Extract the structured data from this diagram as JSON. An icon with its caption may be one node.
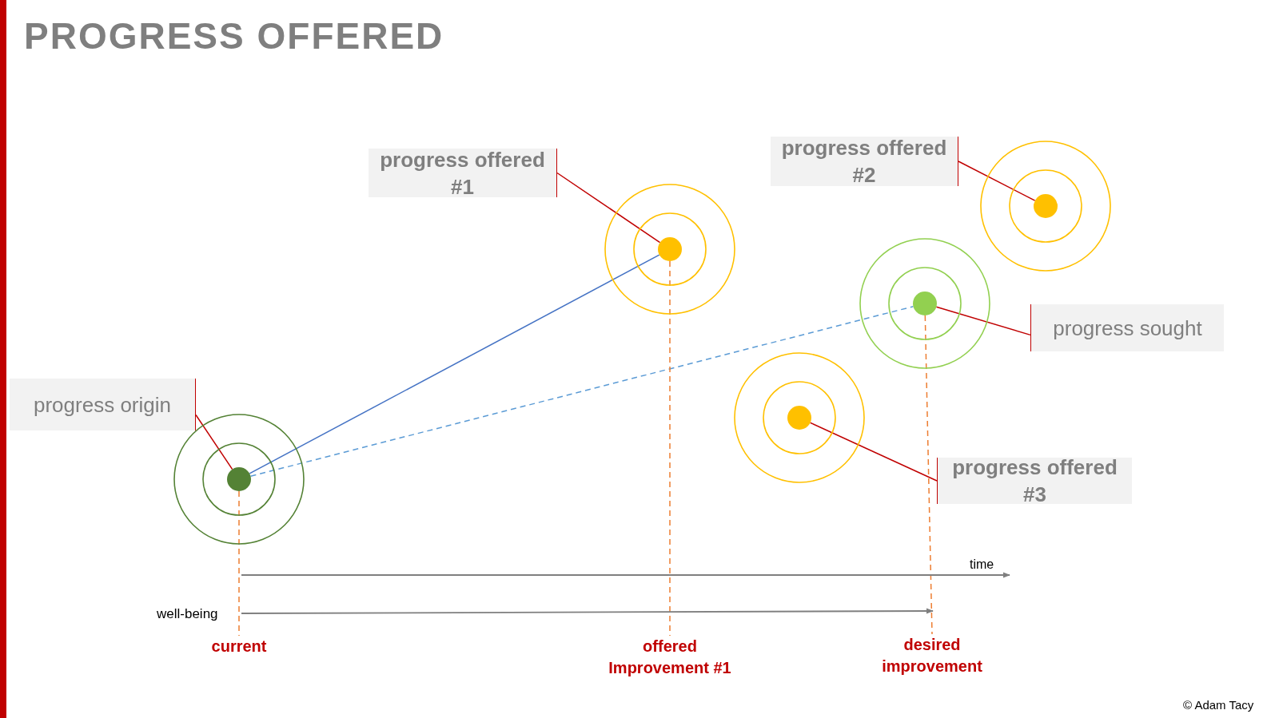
{
  "diagram": {
    "title": "PROGRESS OFFERED",
    "nodes": [
      {
        "text": [
          "progress origin"
        ]
      },
      {
        "text": [],
        "shape": "circle"
      },
      {
        "text": [
          "progress offered #1"
        ]
      },
      {
        "text": [],
        "shape": "circle"
      },
      {
        "text": [
          "progress offered #2"
        ]
      },
      {
        "text": [],
        "shape": "circle"
      },
      {
        "text": [],
        "shape": "circle"
      },
      {
        "text": [
          "progress sought"
        ]
      },
      {
        "text": [],
        "shape": "circle"
      },
      {
        "text": [
          "progress offered #3"
        ]
      },
      {
        "text": [
          "current"
        ]
      },
      {
        "text": [
          "offered Improvement #1"
        ]
      },
      {
        "text": [
          "desired improvement"
        ]
      }
    ],
    "edges": [
      {
        "from": 0,
        "to": 1,
        "arrow": "none"
      },
      {
        "from": 2,
        "to": 3,
        "arrow": "none"
      },
      {
        "from": 4,
        "to": 5,
        "arrow": "none"
      },
      {
        "from": 7,
        "to": 6,
        "arrow": "none"
      },
      {
        "from": 9,
        "to": 8,
        "arrow": "none"
      },
      {
        "from": 1,
        "to": 3,
        "arrow": "none",
        "color": "#4472c4"
      },
      {
        "from": 1,
        "to": 6,
        "arrow": "none",
        "style": "dashed",
        "color": "#5b9bd5"
      },
      {
        "from": 1,
        "to": 10,
        "arrow": "none",
        "style": "dashed",
        "color": "#ed7d31"
      },
      {
        "from": 3,
        "to": 11,
        "arrow": "none",
        "style": "dashed",
        "color": "#ed7d31"
      },
      {
        "from": 6,
        "to": 12,
        "arrow": "none",
        "style": "dashed",
        "color": "#ed7d31"
      }
    ],
    "labels": [
      "time",
      "well-being",
      "© Adam Tacy"
    ]
  }
}
